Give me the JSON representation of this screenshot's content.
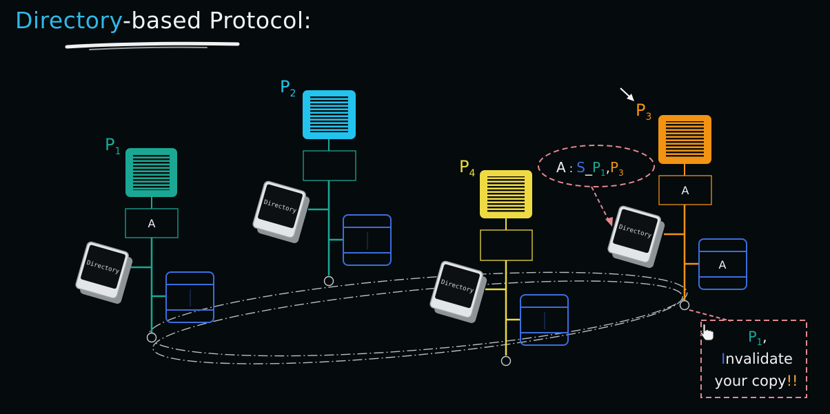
{
  "title": {
    "highlight": "Directory",
    "rest": "-based Protocol:"
  },
  "colors": {
    "background": "#050a0d",
    "p1": "#1aa894",
    "p2": "#22c4ee",
    "p3": "#f29412",
    "p4": "#eedb43",
    "memory": "#3b6fe0",
    "ring": "#b9bec2",
    "note_border": "#e48a8f",
    "note_exclaim": "#f2a53a",
    "directory_book": "#c9ced2"
  },
  "processors": [
    {
      "id": "p1",
      "label": "P",
      "sub": "1",
      "cache_value": "A",
      "directory_label": "Directory",
      "memory_value": ""
    },
    {
      "id": "p2",
      "label": "P",
      "sub": "2",
      "cache_value": "",
      "directory_label": "Directory",
      "memory_value": ""
    },
    {
      "id": "p4",
      "label": "P",
      "sub": "4",
      "cache_value": "",
      "directory_label": "Directory",
      "memory_value": ""
    },
    {
      "id": "p3",
      "label": "P",
      "sub": "3",
      "cache_value": "A",
      "directory_label": "Directory",
      "memory_value": "A"
    }
  ],
  "directory_entry": {
    "addr": "A",
    "sep": " : ",
    "state": "S",
    "dash": "_",
    "sharer1": "P",
    "sharer1_sub": "1",
    "comma": ",",
    "sharer2": "P",
    "sharer2_sub": "3"
  },
  "note": {
    "line1": "P",
    "line1_sub": "1",
    "line1_comma": ",",
    "line2_initial": "I",
    "line2_rest": "nvalidate",
    "line3": "your copy",
    "line3_exclaim": "!!"
  },
  "icons": [
    "arrow-pointer-icon",
    "hand-cursor-icon",
    "directory-book-icon"
  ]
}
